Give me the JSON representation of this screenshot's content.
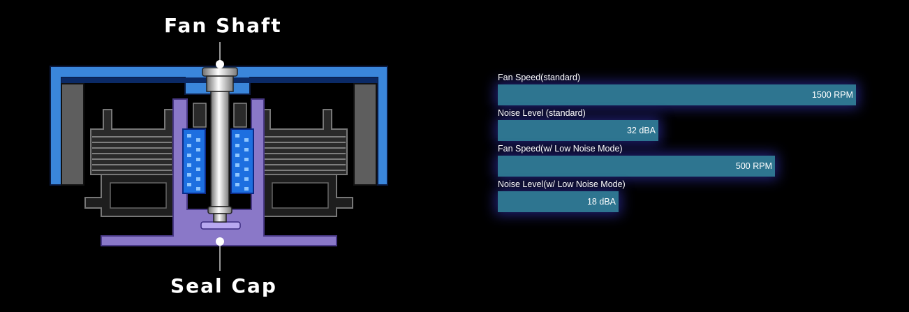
{
  "diagram": {
    "top_label": "Fan Shaft",
    "bottom_label": "Seal Cap"
  },
  "chart_data": {
    "type": "bar",
    "orientation": "horizontal",
    "bar_color": "#2e7590",
    "glow_color": "#3c3cd2",
    "categories": [
      "Fan Speed(standard)",
      "Noise Level (standard)",
      "Fan Speed(w/ Low Noise Mode)",
      "Noise Level(w/ Low Noise Mode)"
    ],
    "values": [
      1500,
      32,
      500,
      18
    ],
    "value_labels": [
      "1500 RPM",
      "32 dBA",
      "500 RPM",
      "18 dBA"
    ],
    "fractions": [
      0.95,
      0.425,
      0.735,
      0.32
    ],
    "xlabel": "",
    "ylabel": ""
  }
}
